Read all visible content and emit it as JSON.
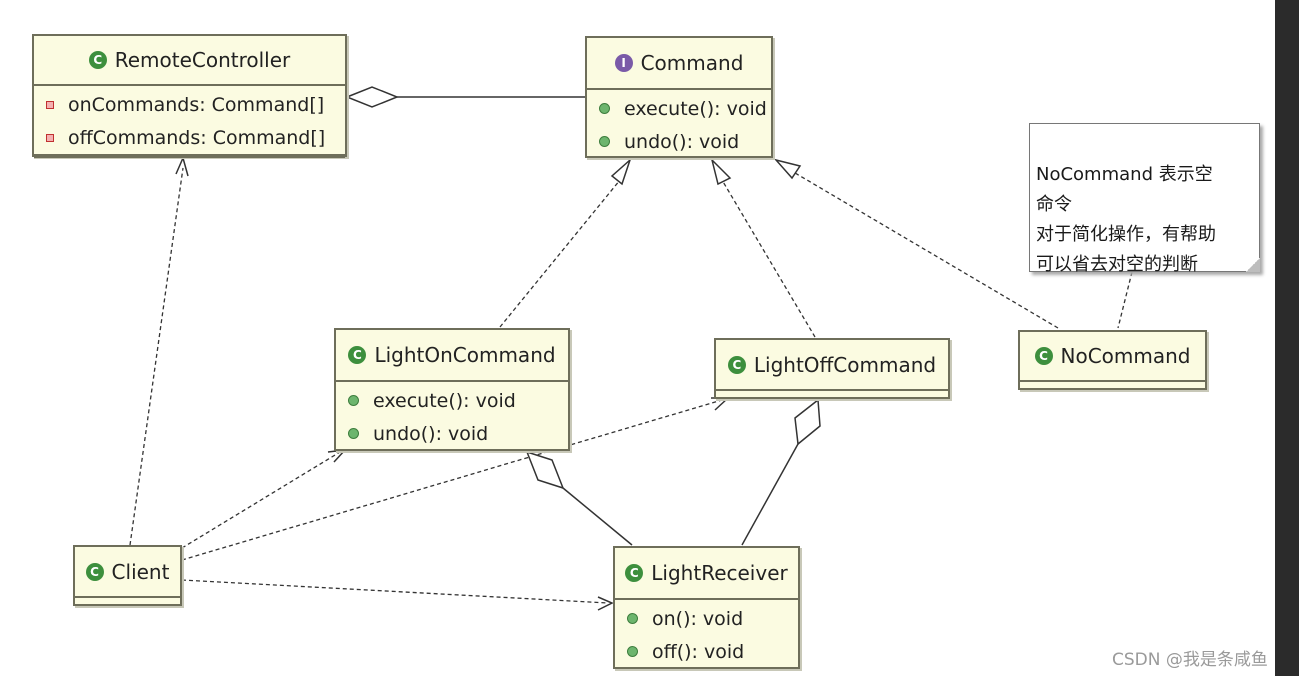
{
  "classes": {
    "remote_controller": {
      "name": "RemoteController",
      "fields": [
        "onCommands: Command[]",
        "offCommands: Command[]"
      ]
    },
    "command": {
      "name": "Command",
      "methods": [
        "execute(): void",
        "undo(): void"
      ]
    },
    "light_on_command": {
      "name": "LightOnCommand",
      "methods": [
        "execute(): void",
        "undo(): void"
      ]
    },
    "light_off_command": {
      "name": "LightOffCommand"
    },
    "no_command": {
      "name": "NoCommand"
    },
    "client": {
      "name": "Client"
    },
    "light_receiver": {
      "name": "LightReceiver",
      "methods": [
        "on(): void",
        "off(): void"
      ]
    }
  },
  "note": {
    "text": "NoCommand 表示空\n命令\n对于简化操作，有帮助\n可以省去对空的判断"
  },
  "watermark": "CSDN @我是条咸鱼",
  "colors": {
    "class_fill": "#fbfbe1",
    "border": "#6e6e5a",
    "class_icon": "#3d8f3d",
    "interface_icon": "#7a5aa8"
  }
}
